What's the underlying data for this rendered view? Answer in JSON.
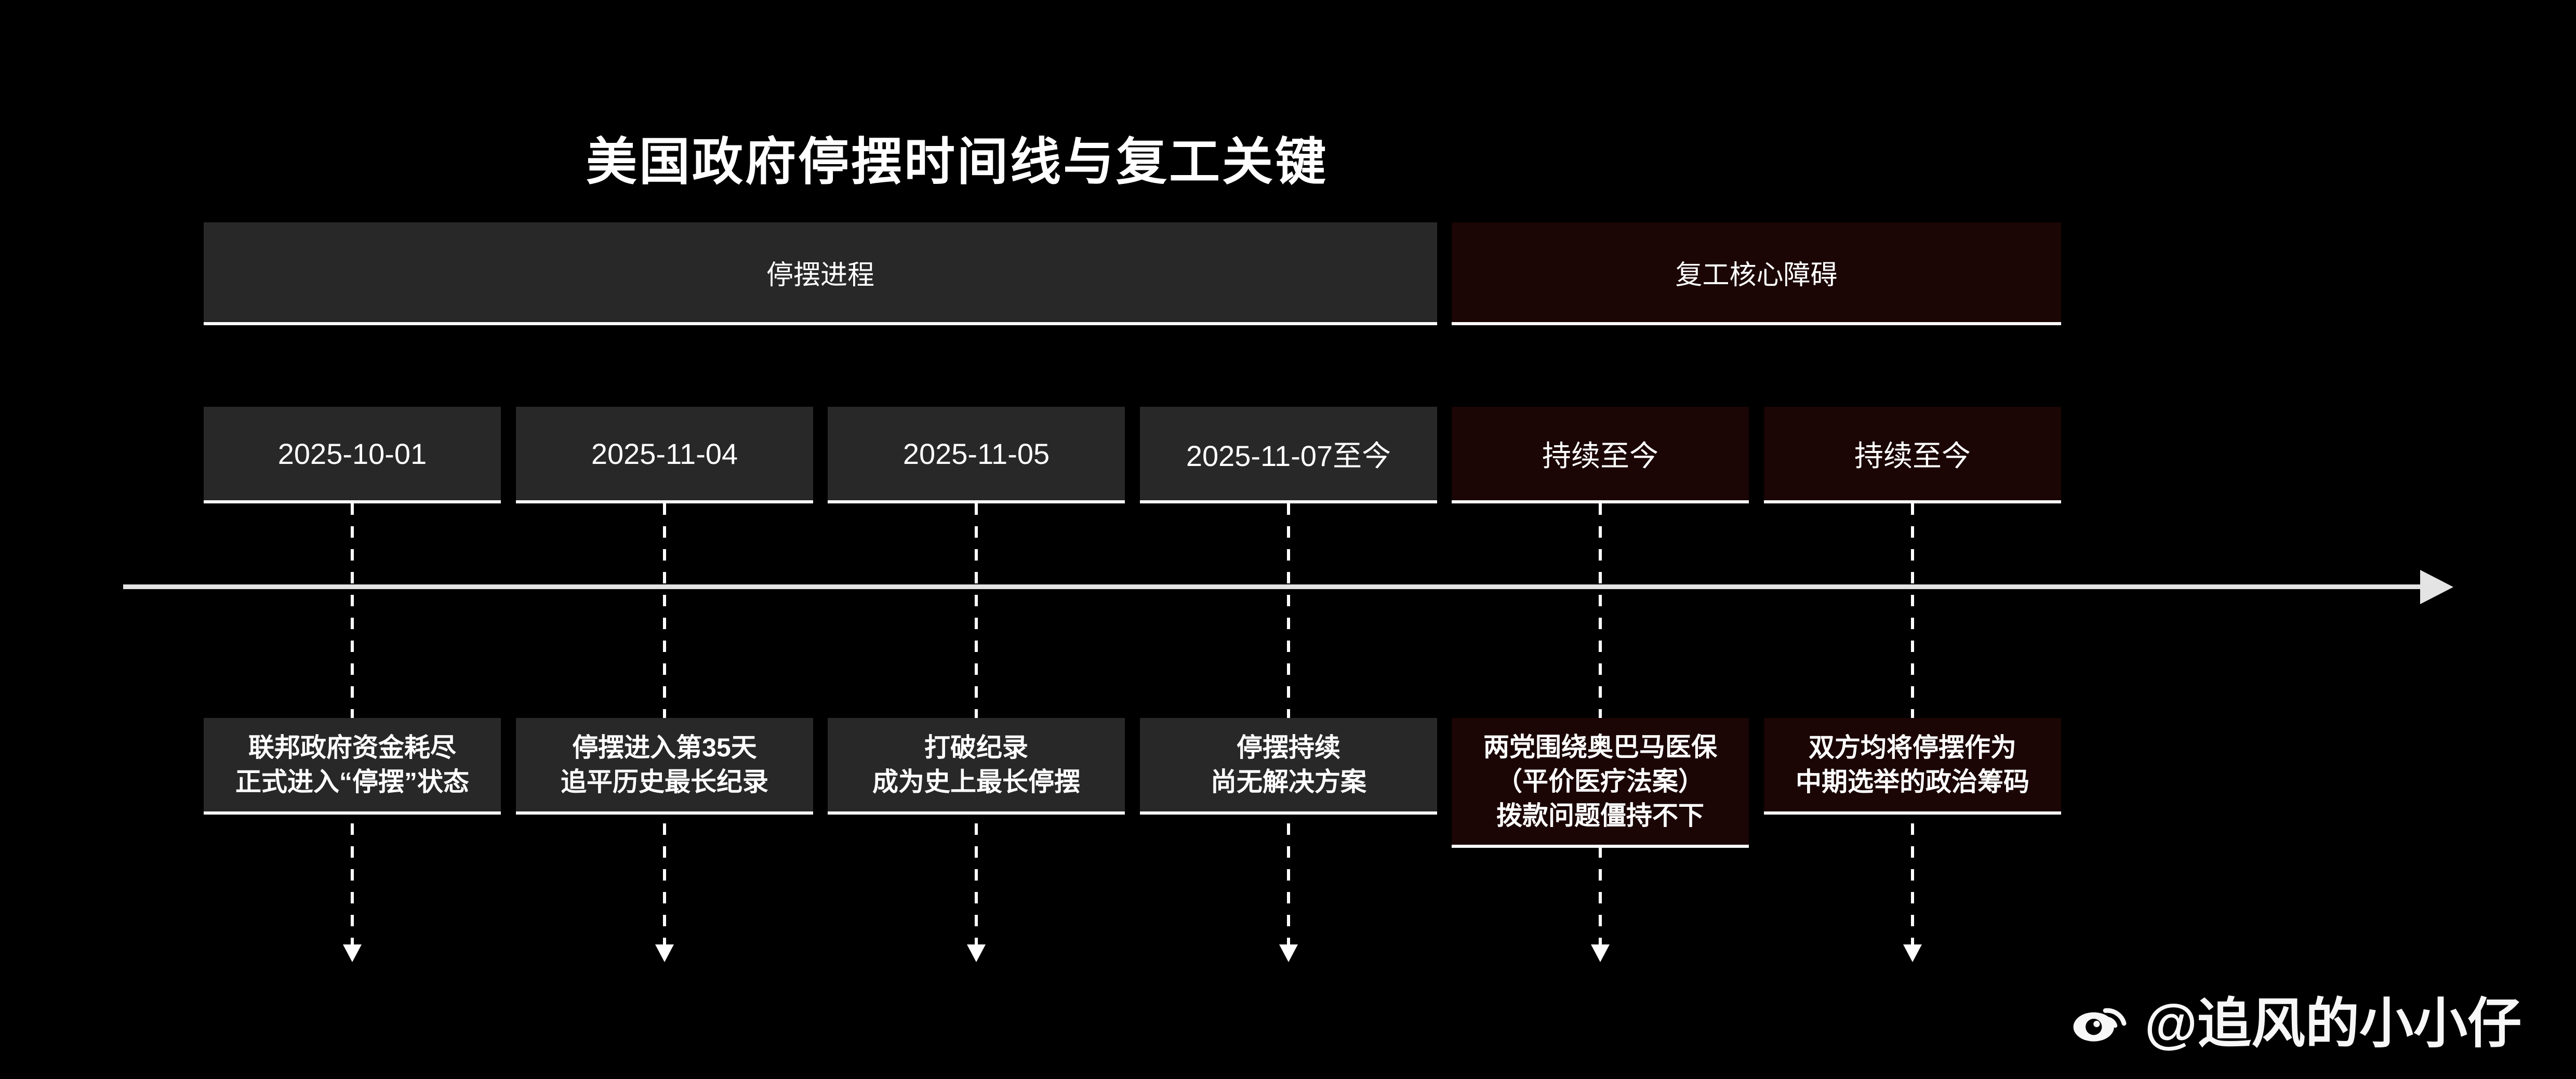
{
  "title": "美国政府停摆时间线与复工关键",
  "sections": [
    {
      "label": "停摆进程"
    },
    {
      "label": "复工核心障碍"
    }
  ],
  "columns": [
    {
      "date": "2025-10-01",
      "desc": [
        "联邦政府资金耗尽",
        "正式进入“停摆”状态"
      ]
    },
    {
      "date": "2025-11-04",
      "desc": [
        "停摆进入第35天",
        "追平历史最长纪录"
      ]
    },
    {
      "date": "2025-11-05",
      "desc": [
        "打破纪录",
        "成为史上最长停摆"
      ]
    },
    {
      "date": "2025-11-07至今",
      "desc": [
        "停摆持续",
        "尚无解决方案"
      ]
    },
    {
      "date": "持续至今",
      "desc": [
        "两党围绕奥巴马医保",
        "（平价医疗法案）",
        "拨款问题僵持不下"
      ]
    },
    {
      "date": "持续至今",
      "desc": [
        "双方均将停摆作为",
        "中期选举的政治筹码"
      ]
    }
  ],
  "watermark": {
    "handle": "@追风的小小仔",
    "icon": "weibo-icon"
  },
  "colors": {
    "background": "#000000",
    "panel_gray": "#282828",
    "panel_maroon": "#1b0505",
    "line": "#ffffff",
    "arrow_color": "#e4e4e4",
    "text": "#ffffff"
  }
}
